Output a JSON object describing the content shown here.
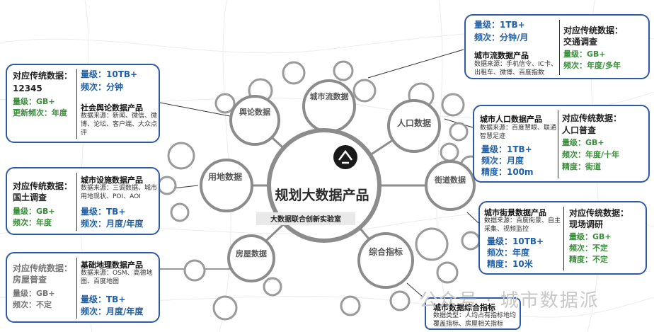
{
  "center": {
    "title": "规划大数据产品",
    "subtitle": "大数据联合创新实验室"
  },
  "nodes": {
    "city_flow": "城市流数据",
    "opinion": "舆论数据",
    "population": "人口数据",
    "land_use": "用地数据",
    "street": "街道数据",
    "housing": "房屋数据",
    "composite": "综合指标"
  },
  "panels": {
    "city_flow": {
      "magnitude": "量级：1TB+",
      "frequency": "频次：分钟/月",
      "product": "城市流数据产品",
      "source": "数据来源：手机信令、IC卡、出租车、微博、百度指数",
      "trad_title": "对应传统数据：",
      "trad_name": "交通调查",
      "trad_magnitude": "量级：GB+",
      "trad_frequency": "频次：年度/多年"
    },
    "opinion": {
      "trad_title": "对应传统数据：",
      "trad_name": "12345",
      "trad_magnitude": "量级：GB+",
      "trad_frequency": "更新频次：年度",
      "magnitude": "量级：10TB+",
      "frequency": "频次：分钟",
      "product": "社会舆论数据产品",
      "source": "数据来源：新闻、微信、微博、论坛、客户端、大众点评"
    },
    "population": {
      "product": "城市人口数据产品",
      "source": "数据来源：百度慧眼、联通智慧足迹",
      "magnitude": "量级：1TB+",
      "frequency": "频次：月度",
      "precision": "精度：100m",
      "trad_title": "对应传统数据：",
      "trad_name": "人口普查",
      "trad_magnitude": "量级：GB+",
      "trad_frequency": "频次：年度/十年",
      "trad_precision": "精度：街道"
    },
    "land_use": {
      "trad_title": "对应传统数据：",
      "trad_name": "国土调查",
      "trad_magnitude": "量级：GB+",
      "trad_frequency": "频次：年度",
      "product": "城市设施数据产品",
      "source": "数据来源：三调数据、城市用地现状、POI、AOI",
      "magnitude": "量级：TB+",
      "frequency": "频次：月度/年度"
    },
    "street": {
      "product": "城市街景数据产品",
      "source": "数据来源：百度街景、自主采集、视频监控",
      "magnitude": "量级：10TB+",
      "frequency": "频次：年度",
      "precision": "精度：10米",
      "trad_title": "对应传统数据：",
      "trad_name": "现场调研",
      "trad_magnitude": "量级：GB+",
      "trad_frequency": "频次：不定",
      "trad_precision": "精度：不定"
    },
    "housing": {
      "trad_title": "对应传统数据：",
      "trad_name": "房屋普查",
      "trad_magnitude": "量级：GB+",
      "trad_frequency": "频次：不定",
      "product": "基础地理数据产品",
      "source": "数据来源：OSM、高德地图、百度地图",
      "magnitude": "量级：TB+",
      "frequency": "频次：月度/年度"
    },
    "composite": {
      "product": "城市数据综合指标",
      "source": "数据类型：人均占有指标地均覆盖指标、房屋相关指标"
    }
  },
  "watermark": "公众号 · 城市数据派"
}
